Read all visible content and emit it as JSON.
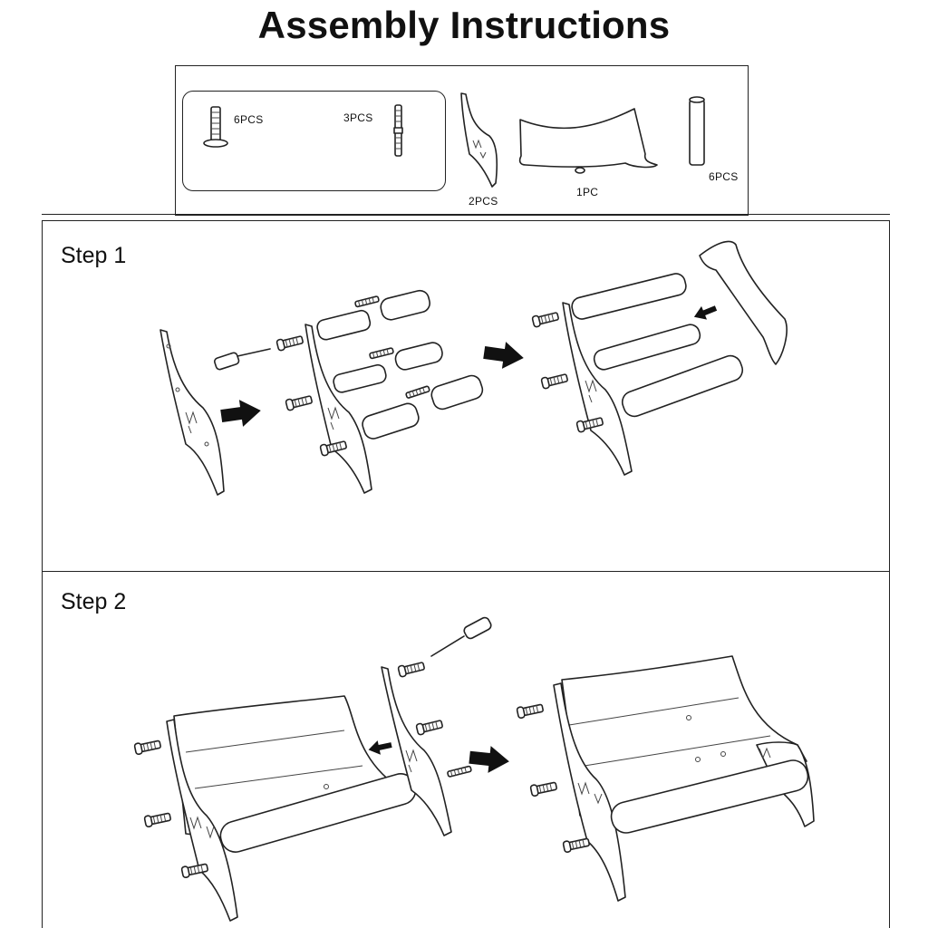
{
  "title": "Assembly Instructions",
  "parts": {
    "bolt": {
      "qty": "6PCS"
    },
    "threaded_rod": {
      "qty": "3PCS"
    },
    "side_panel": {
      "qty": "2PCS"
    },
    "seat_sling": {
      "qty": "1PC"
    },
    "dowel": {
      "qty": "6PCS"
    }
  },
  "steps": [
    {
      "label": "Step 1"
    },
    {
      "label": "Step 2"
    }
  ],
  "colors": {
    "line": "#222222",
    "arrow": "#111111",
    "background": "#ffffff"
  }
}
